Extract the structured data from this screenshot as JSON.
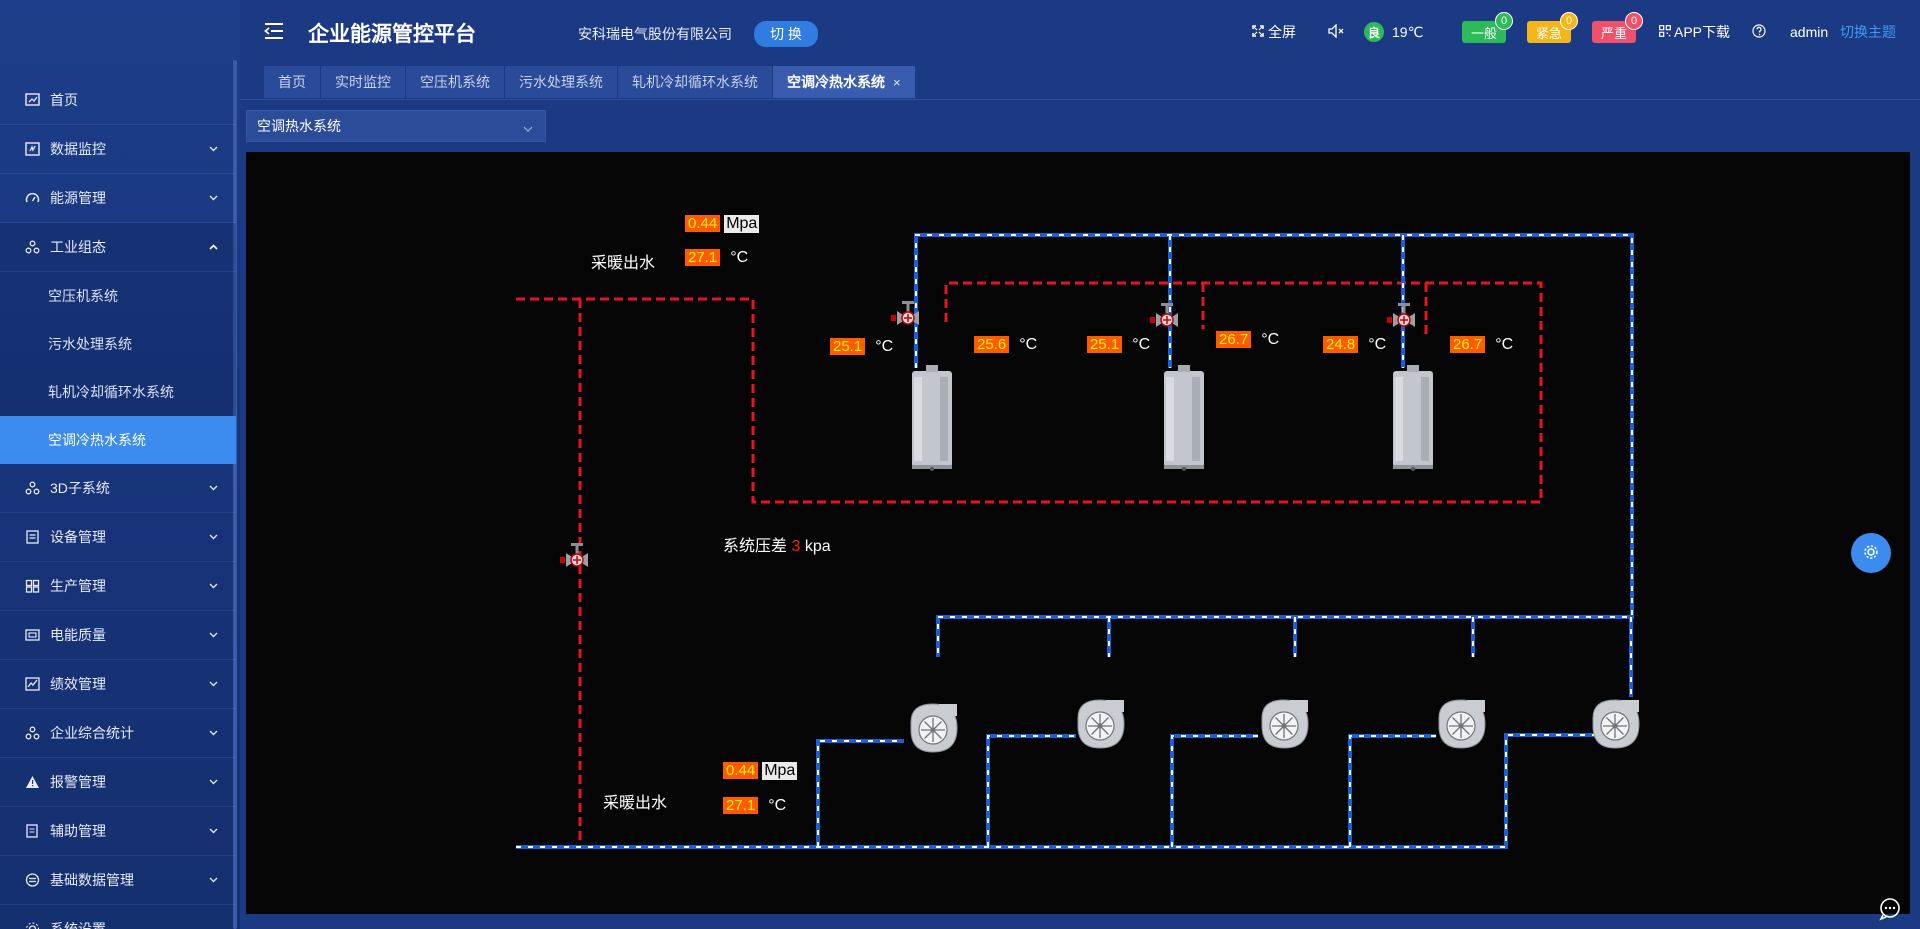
{
  "app": {
    "title": "企业能源管控平台"
  },
  "company": {
    "name": "安科瑞电气股份有限公司",
    "switch_label": "切 换"
  },
  "header": {
    "fullscreen_label": "全屏",
    "air_quality": "良",
    "temperature": "19℃",
    "alarms": [
      {
        "label": "一般",
        "count": "0",
        "color": "#2dbb5a"
      },
      {
        "label": "紧急",
        "count": "0",
        "color": "#f5b618"
      },
      {
        "label": "严重",
        "count": "0",
        "color": "#f0506a"
      }
    ],
    "app_download": "APP下载",
    "user": "admin",
    "theme_switch": "切换主题"
  },
  "sidebar": {
    "items": [
      {
        "label": "首页",
        "icon": "dashboard-icon"
      },
      {
        "label": "数据监控",
        "icon": "monitor-icon"
      },
      {
        "label": "能源管理",
        "icon": "gauge-icon"
      },
      {
        "label": "工业组态",
        "icon": "nodes-icon"
      },
      {
        "label": "3D子系统",
        "icon": "nodes-icon"
      },
      {
        "label": "设备管理",
        "icon": "list-icon"
      },
      {
        "label": "生产管理",
        "icon": "grid-icon"
      },
      {
        "label": "电能质量",
        "icon": "meter-icon"
      },
      {
        "label": "绩效管理",
        "icon": "chart-icon"
      },
      {
        "label": "企业综合统计",
        "icon": "nodes-icon"
      },
      {
        "label": "报警管理",
        "icon": "warning-icon"
      },
      {
        "label": "辅助管理",
        "icon": "doc-icon"
      },
      {
        "label": "基础数据管理",
        "icon": "database-icon"
      },
      {
        "label": "系统设置",
        "icon": "gear-icon"
      }
    ],
    "sub_items": [
      "空压机系统",
      "污水处理系统",
      "轧机冷却循环水系统",
      "空调冷热水系统"
    ]
  },
  "tabs": [
    {
      "label": "首页"
    },
    {
      "label": "实时监控"
    },
    {
      "label": "空压机系统"
    },
    {
      "label": "污水处理系统"
    },
    {
      "label": "轧机冷却循环水系统"
    },
    {
      "label": "空调冷热水系统",
      "close": "×"
    }
  ],
  "selector": {
    "value": "空调热水系统"
  },
  "diagram": {
    "top_pressure": {
      "value": "0.44",
      "unit": "Mpa"
    },
    "top_outlet": {
      "label": "采暖出水",
      "value": "27.1",
      "unit": "°C"
    },
    "boilers": [
      {
        "in_temp": "25.1",
        "out_temp": "25.6"
      },
      {
        "in_temp": "25.1",
        "out_temp": "26.7"
      },
      {
        "in_temp": "24.8",
        "out_temp": "26.7"
      }
    ],
    "temp_unit": "°C",
    "pressure_diff": {
      "label": "系统压差",
      "value": "3",
      "unit": "kpa"
    },
    "bottom_pressure": {
      "value": "0.44",
      "unit": "Mpa"
    },
    "bottom_outlet": {
      "label": "采暖出水",
      "value": "27.1",
      "unit": "°C"
    }
  },
  "colors": {
    "hot_pipe": "#e8141e",
    "cold_pipe": "#1a5fd8",
    "accent": "#3c8cf0"
  }
}
